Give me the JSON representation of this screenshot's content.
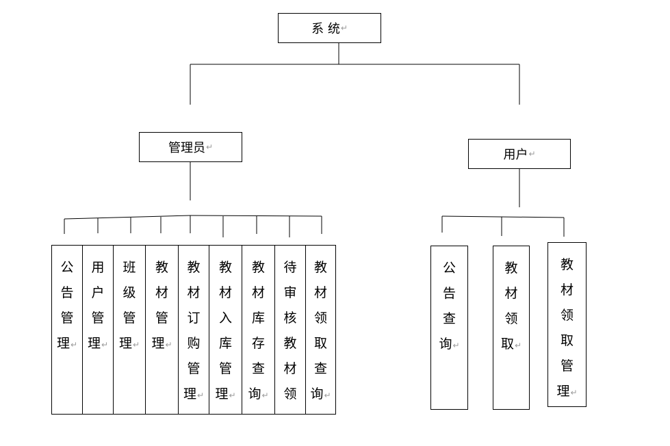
{
  "root": {
    "label": "系 统",
    "mark": "↵"
  },
  "admin": {
    "label": "管理员",
    "mark": "↵",
    "modules": [
      {
        "label": "公告管理",
        "mark": "↵"
      },
      {
        "label": "用户管理",
        "mark": "↵"
      },
      {
        "label": "班级管理",
        "mark": "↵"
      },
      {
        "label": "教材管理",
        "mark": "↵"
      },
      {
        "label": "教材订购管理",
        "mark": "↵"
      },
      {
        "label": "教材入库管理",
        "mark": "↵"
      },
      {
        "label": "教材库存查询",
        "mark": "↵"
      },
      {
        "label": "待审核教材领",
        "mark": ""
      },
      {
        "label": "教材领取查询",
        "mark": "↵"
      }
    ]
  },
  "user": {
    "label": "用户",
    "mark": "↵",
    "modules": [
      {
        "label": "公告查询",
        "mark": "↵"
      },
      {
        "label": "教材领取",
        "mark": "↵"
      },
      {
        "label": "教材领取管理",
        "mark": "↵"
      }
    ]
  }
}
